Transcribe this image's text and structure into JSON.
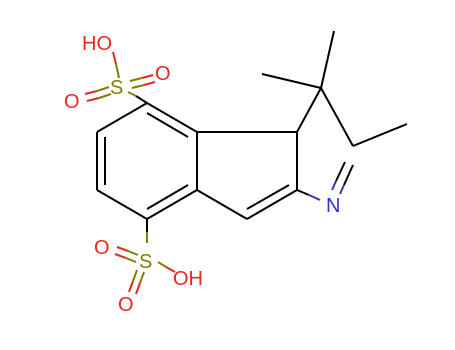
{
  "molecule": {
    "colors": {
      "bond": "#000000",
      "oxygen": "#e8281e",
      "sulfur": "#808000",
      "nitrogen": "#3333cc"
    },
    "labels": {
      "ho_top": "HO",
      "o_top_right": "O",
      "s_top": "S",
      "o_top_left": "O",
      "n": "N",
      "o_bottom_left": "O",
      "s_bottom": "S",
      "oh_bottom": "OH"
    }
  }
}
